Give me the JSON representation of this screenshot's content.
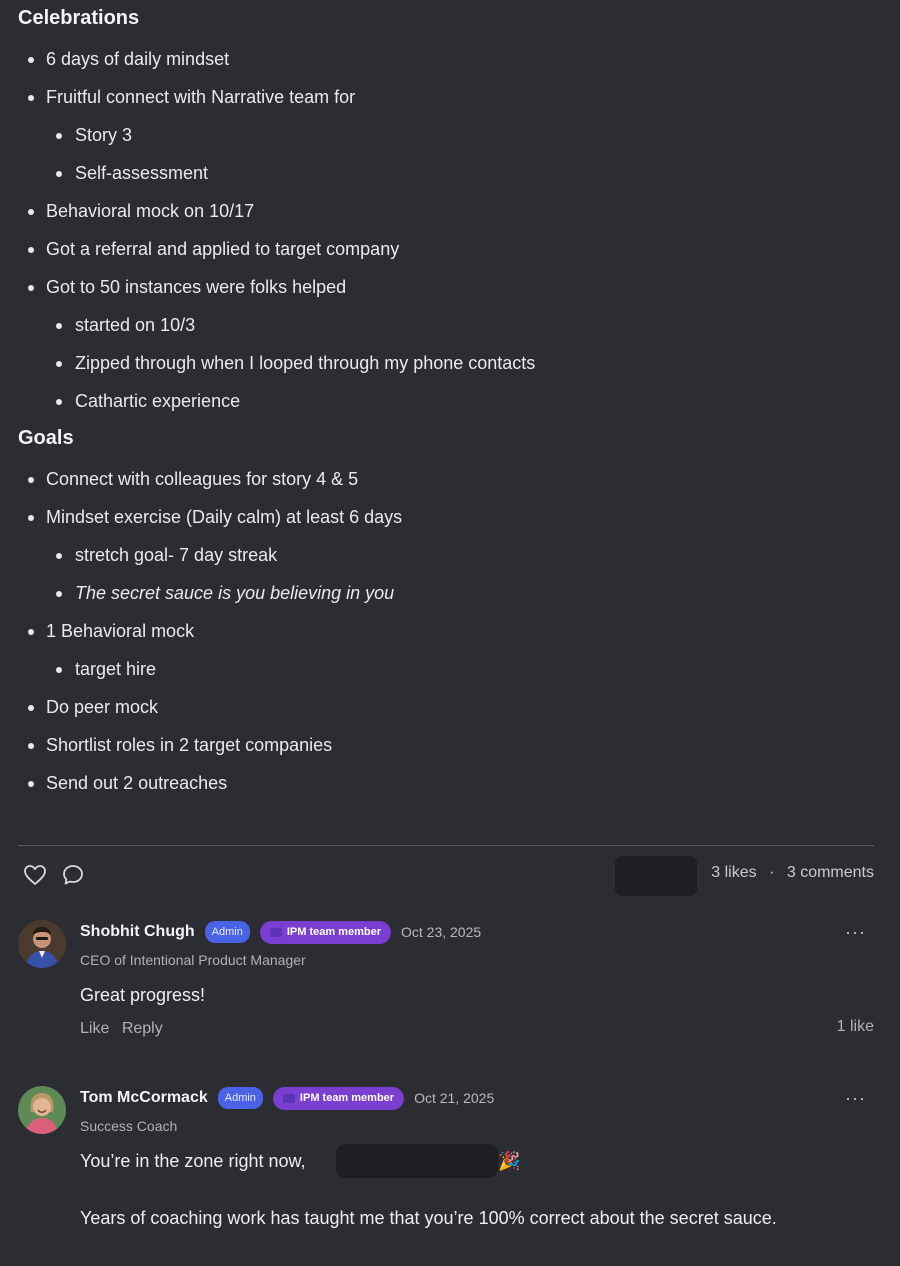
{
  "post": {
    "sections": [
      {
        "heading": "Celebrations",
        "items": [
          {
            "text": "6 days of daily mindset",
            "level": 0
          },
          {
            "text": "Fruitful connect with Narrative team for",
            "level": 0
          },
          {
            "text": "Story 3",
            "level": 1
          },
          {
            "text": "Self-assessment",
            "level": 1
          },
          {
            "text": "Behavioral mock on 10/17",
            "level": 0
          },
          {
            "text": "Got a referral and applied to target company",
            "level": 0
          },
          {
            "text": "Got to 50 instances were folks helped",
            "level": 0
          },
          {
            "text": "started on 10/3",
            "level": 1
          },
          {
            "text": "Zipped through when I looped through my phone contacts",
            "level": 1
          },
          {
            "text": "Cathartic experience",
            "level": 1
          }
        ]
      },
      {
        "heading": "Goals",
        "items": [
          {
            "text": "Connect with colleagues for story 4 & 5",
            "level": 0
          },
          {
            "text": "Mindset exercise (Daily calm) at least 6 days",
            "level": 0
          },
          {
            "text": "stretch goal- 7 day streak",
            "level": 1
          },
          {
            "text": "The secret sauce is you believing in you",
            "level": 1,
            "italic": true
          },
          {
            "text": "1 Behavioral mock",
            "level": 0
          },
          {
            "text": "target hire",
            "level": 1
          },
          {
            "text": "Do peer mock",
            "level": 0
          },
          {
            "text": "Shortlist roles in 2 target companies",
            "level": 0
          },
          {
            "text": "Send out 2 outreaches",
            "level": 0
          }
        ]
      }
    ]
  },
  "actions": {
    "like_icon": "heart-icon",
    "comment_icon": "comment-bubble-icon",
    "likes_text": "3 likes",
    "separator": "·",
    "comments_text": "3 comments"
  },
  "comments": [
    {
      "author": "Shobhit Chugh",
      "admin_badge": "Admin",
      "team_badge": "IPM team member",
      "date": "Oct 23, 2025",
      "role": "CEO of Intentional Product Manager",
      "body": [
        "Great progress!"
      ],
      "like_label": "Like",
      "reply_label": "Reply",
      "likes": "1 like",
      "more": "···"
    },
    {
      "author": "Tom McCormack",
      "admin_badge": "Admin",
      "team_badge": "IPM team member",
      "date": "Oct 21, 2025",
      "role": "Success Coach",
      "body": [
        "You’re in the zone right now,",
        "Years of coaching work has taught me that you’re 100% correct about the secret sauce."
      ],
      "emoji": "🎉",
      "more": "···"
    }
  ],
  "colors": {
    "background": "#2b2d33",
    "admin_badge": "#4a63e6",
    "team_badge": "#7a3fd1"
  }
}
